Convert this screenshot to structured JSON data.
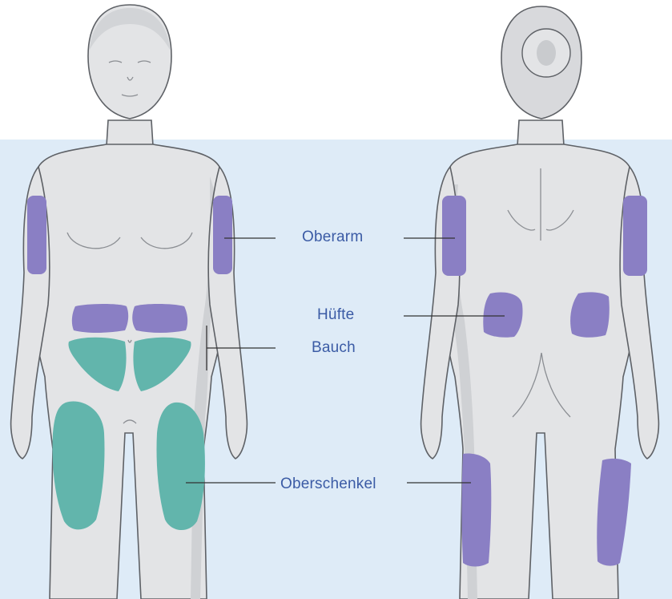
{
  "labels": {
    "oberarm": "Oberarm",
    "huefte": "Hüfte",
    "bauch": "Bauch",
    "oberschenkel": "Oberschenkel"
  },
  "colors": {
    "background_band": "#deebf7",
    "body_fill": "#e3e4e6",
    "body_shadow": "#cfd1d4",
    "body_outline": "#5e6166",
    "purple_zone": "#8a7fc4",
    "teal_zone": "#62b5ac",
    "label_text": "#3b5ba5",
    "leader_line": "#333333"
  },
  "icons": {
    "front_figure": "female-body-front-icon",
    "back_figure": "female-body-back-icon"
  }
}
